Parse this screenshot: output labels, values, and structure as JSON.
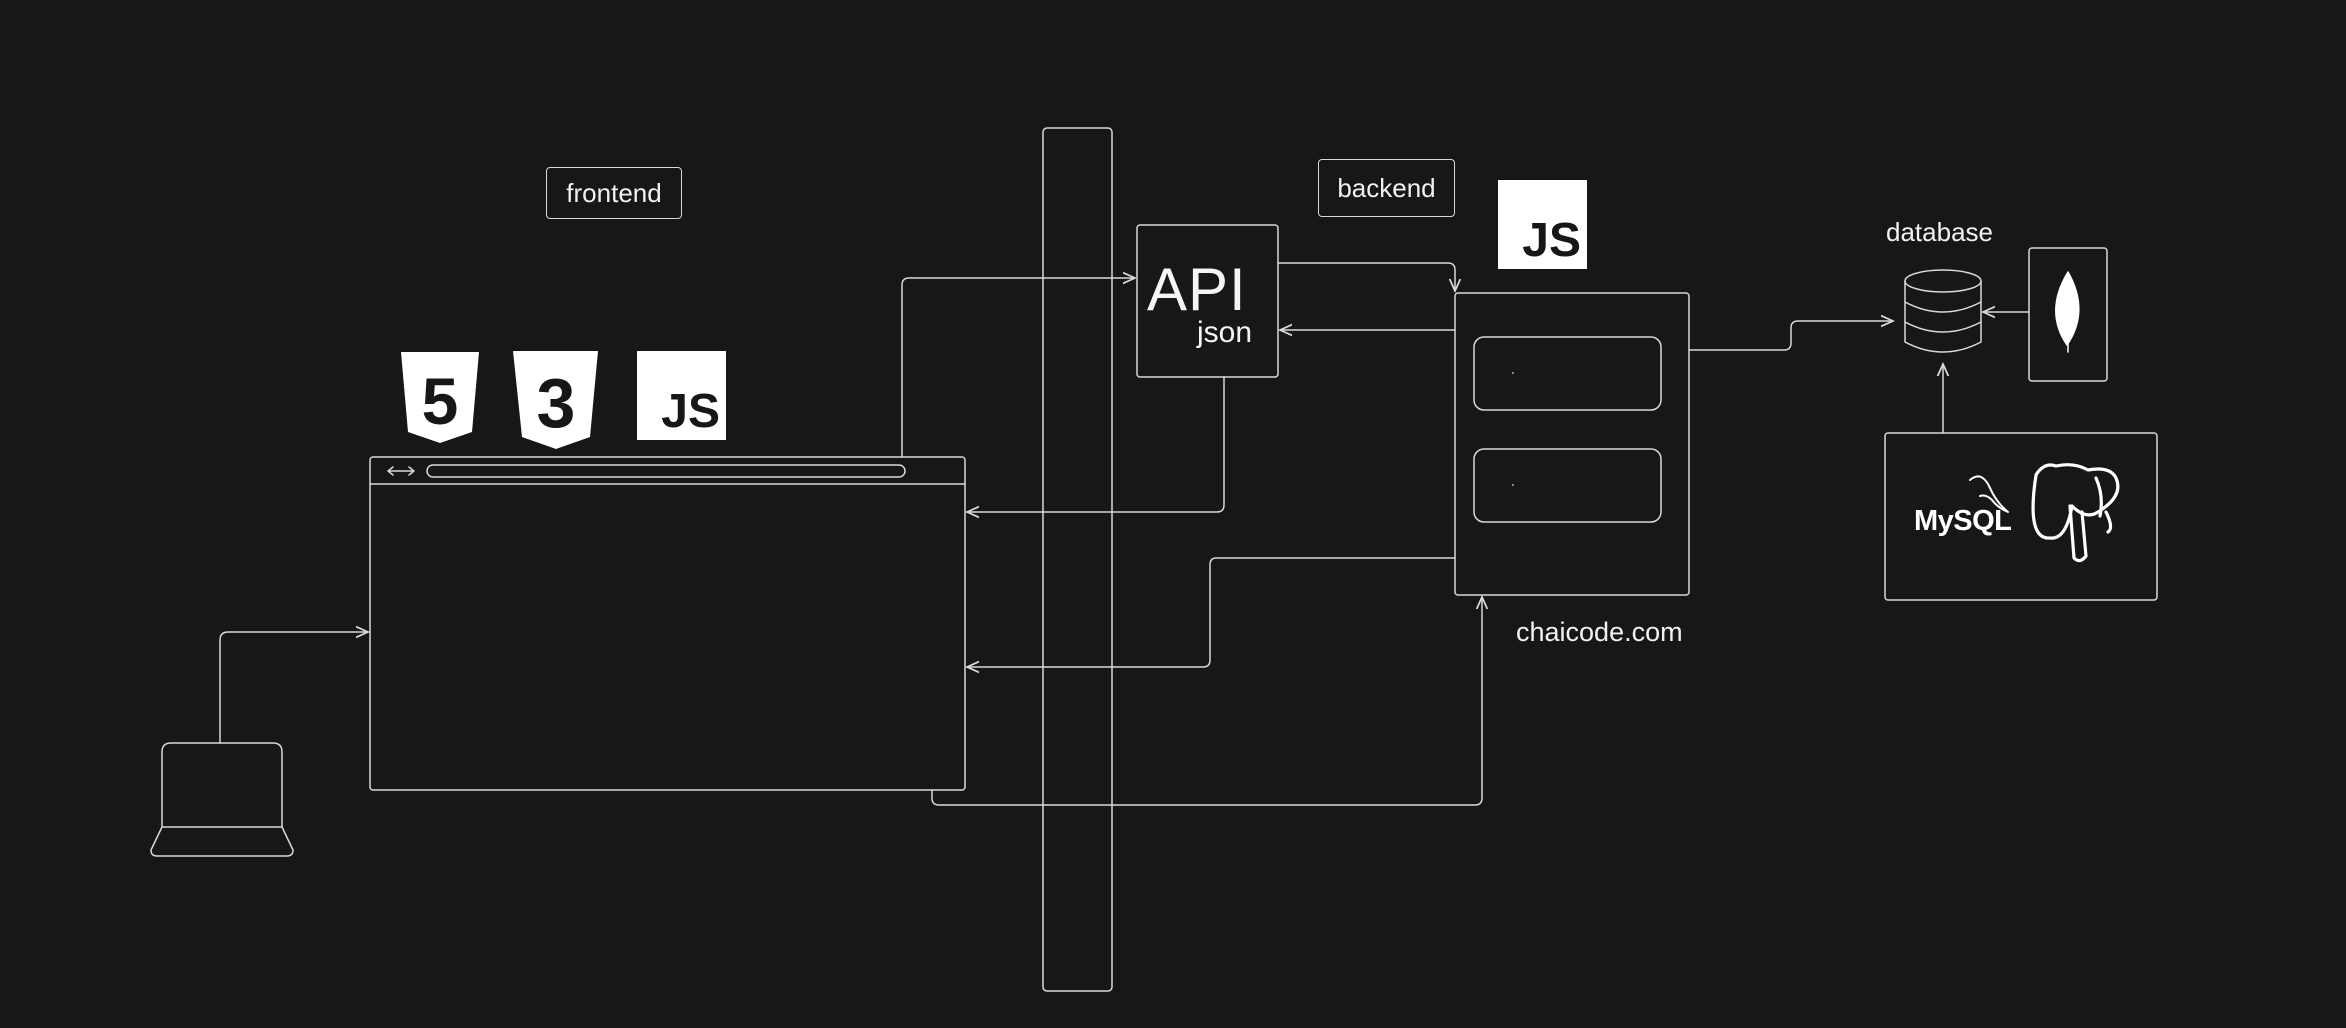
{
  "labels": {
    "frontend": "frontend",
    "backend": "backend",
    "api": "API",
    "api_format": "json",
    "domain": "chaicode.com",
    "database": "database",
    "mysql": "MySQL"
  },
  "badges": {
    "html5": "5",
    "css3": "3",
    "js_frontend": "JS",
    "js_backend": "JS"
  },
  "icons": {
    "laptop": "laptop-icon",
    "browser": "browser-window-icon",
    "database": "database-cylinder-icon",
    "mongodb": "mongodb-leaf-icon",
    "postgresql": "postgresql-elephant-icon",
    "mysql": "mysql-dolphin-icon"
  },
  "colors": {
    "background": "#171717",
    "stroke": "#d9d9d9",
    "text": "#f2f2f2"
  }
}
